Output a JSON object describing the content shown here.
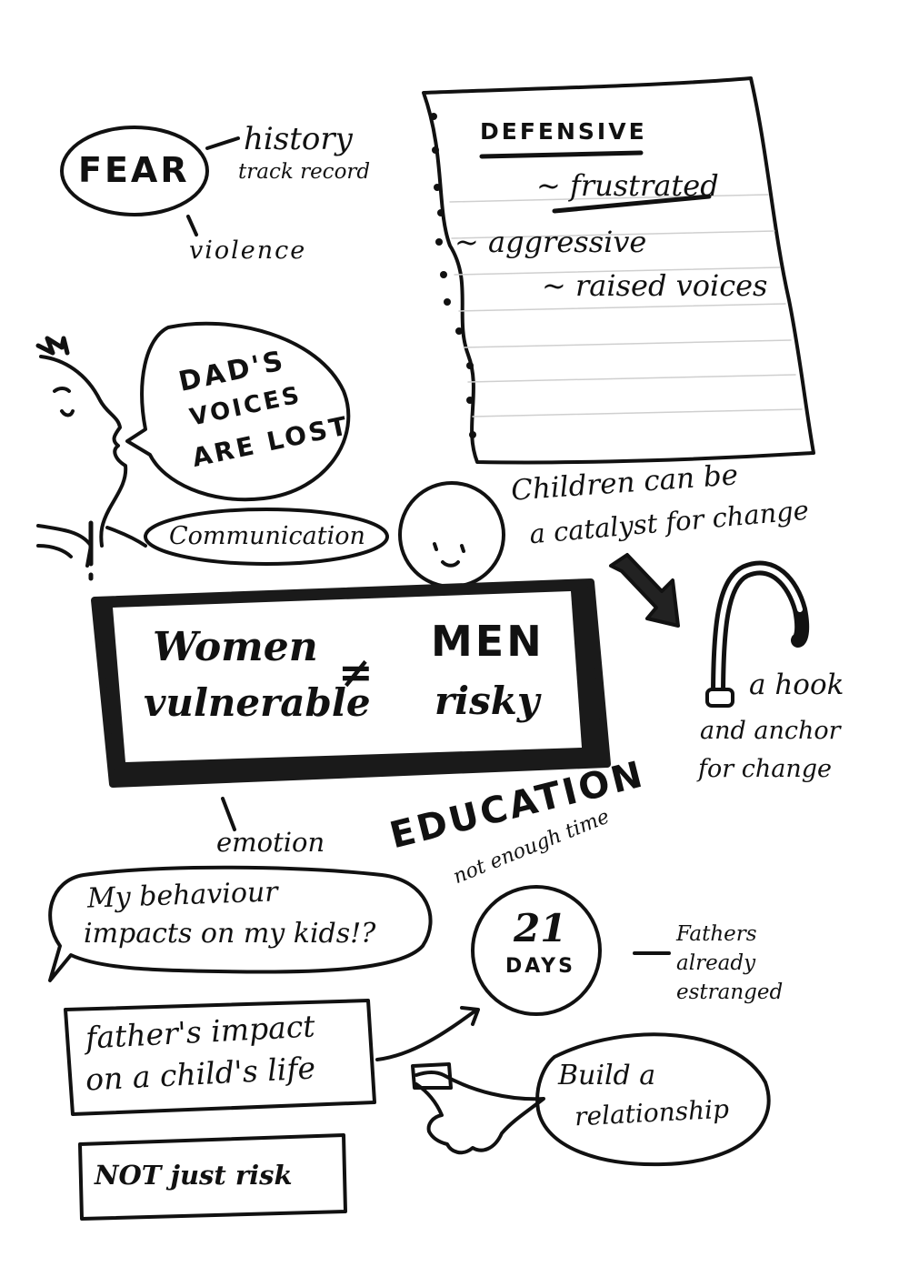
{
  "fear": {
    "label": "FEAR",
    "history": "history",
    "track_record": "track record",
    "violence": "violence"
  },
  "defensive_note": {
    "title": "DEFENSIVE",
    "frustrated": "frustrated",
    "aggressive": "aggressive",
    "raised_voices": "raised voices"
  },
  "dad_bubble": {
    "line1": "DAD'S",
    "line2": "VOICES",
    "line3": "ARE LOST"
  },
  "communication": "Communication",
  "children_catalyst": {
    "line1": "Children can be",
    "line2": "a catalyst for change"
  },
  "comparison_box": {
    "women": "Women",
    "vulnerable": "vulnerable",
    "not_equal": "≠",
    "men": "MEN",
    "risky": "risky"
  },
  "hook_anchor": {
    "line1": "a hook",
    "line2": "and anchor",
    "line3": "for change"
  },
  "emotion": "emotion",
  "education": {
    "title": "EDUCATION",
    "not_enough_time": "not enough time",
    "number": "21",
    "days": "DAYS",
    "side_line1": "Fathers",
    "side_line2": "already",
    "side_line3": "estranged"
  },
  "behaviour_bubble": {
    "line1": "My behaviour",
    "line2": "impacts on my kids!?"
  },
  "fathers_impact": {
    "line1": "father's impact",
    "line2": "on a child's life"
  },
  "build_relationship": {
    "line1": "Build a",
    "line2": "relationship"
  },
  "not_just_risk": "NOT just risk"
}
